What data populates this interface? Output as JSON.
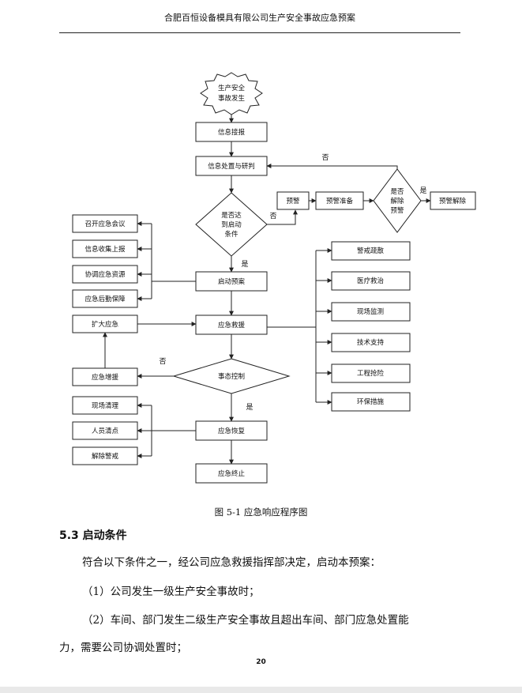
{
  "header": {
    "title": "合肥百恒设备模具有限公司生产安全事故应急预案"
  },
  "flowchart": {
    "start": [
      "生产安全",
      "事故发生"
    ],
    "info_report": "信息接报",
    "info_process": "信息处置与研判",
    "decision_start": [
      "是否达",
      "到启动",
      "条件"
    ],
    "warning": "预警",
    "warning_prep": "预警准备",
    "decision_lift": [
      "是否",
      "解除",
      "预警"
    ],
    "warning_lift": "预警解除",
    "launch_plan": "启动预案",
    "rescue": "应急救援",
    "situation_control": "事态控制",
    "recovery": "应急恢复",
    "termination": "应急终止",
    "left_top": [
      "召开应急会议",
      "信息收集上报",
      "协调应急资源",
      "应急后勤保障"
    ],
    "expand": "扩大应急",
    "reinforce": "应急增援",
    "left_bottom": [
      "现场清理",
      "人员清点",
      "解除警戒"
    ],
    "right": [
      "警戒疏散",
      "医疗救治",
      "现场监测",
      "技术支持",
      "工程抢险",
      "环保措施"
    ],
    "yes": "是",
    "no": "否"
  },
  "caption": "图 5-1 应急响应程序图",
  "section": {
    "title": "5.3 启动条件"
  },
  "paragraphs": [
    "符合以下条件之一，经公司应急救援指挥部决定，启动本预案：",
    "（1）公司发生一级生产安全事故时；",
    "（2）车间、部门发生二级生产安全事故且超出车间、部门应急处置能",
    "力，需要公司协调处置时；"
  ],
  "page_number": "20"
}
